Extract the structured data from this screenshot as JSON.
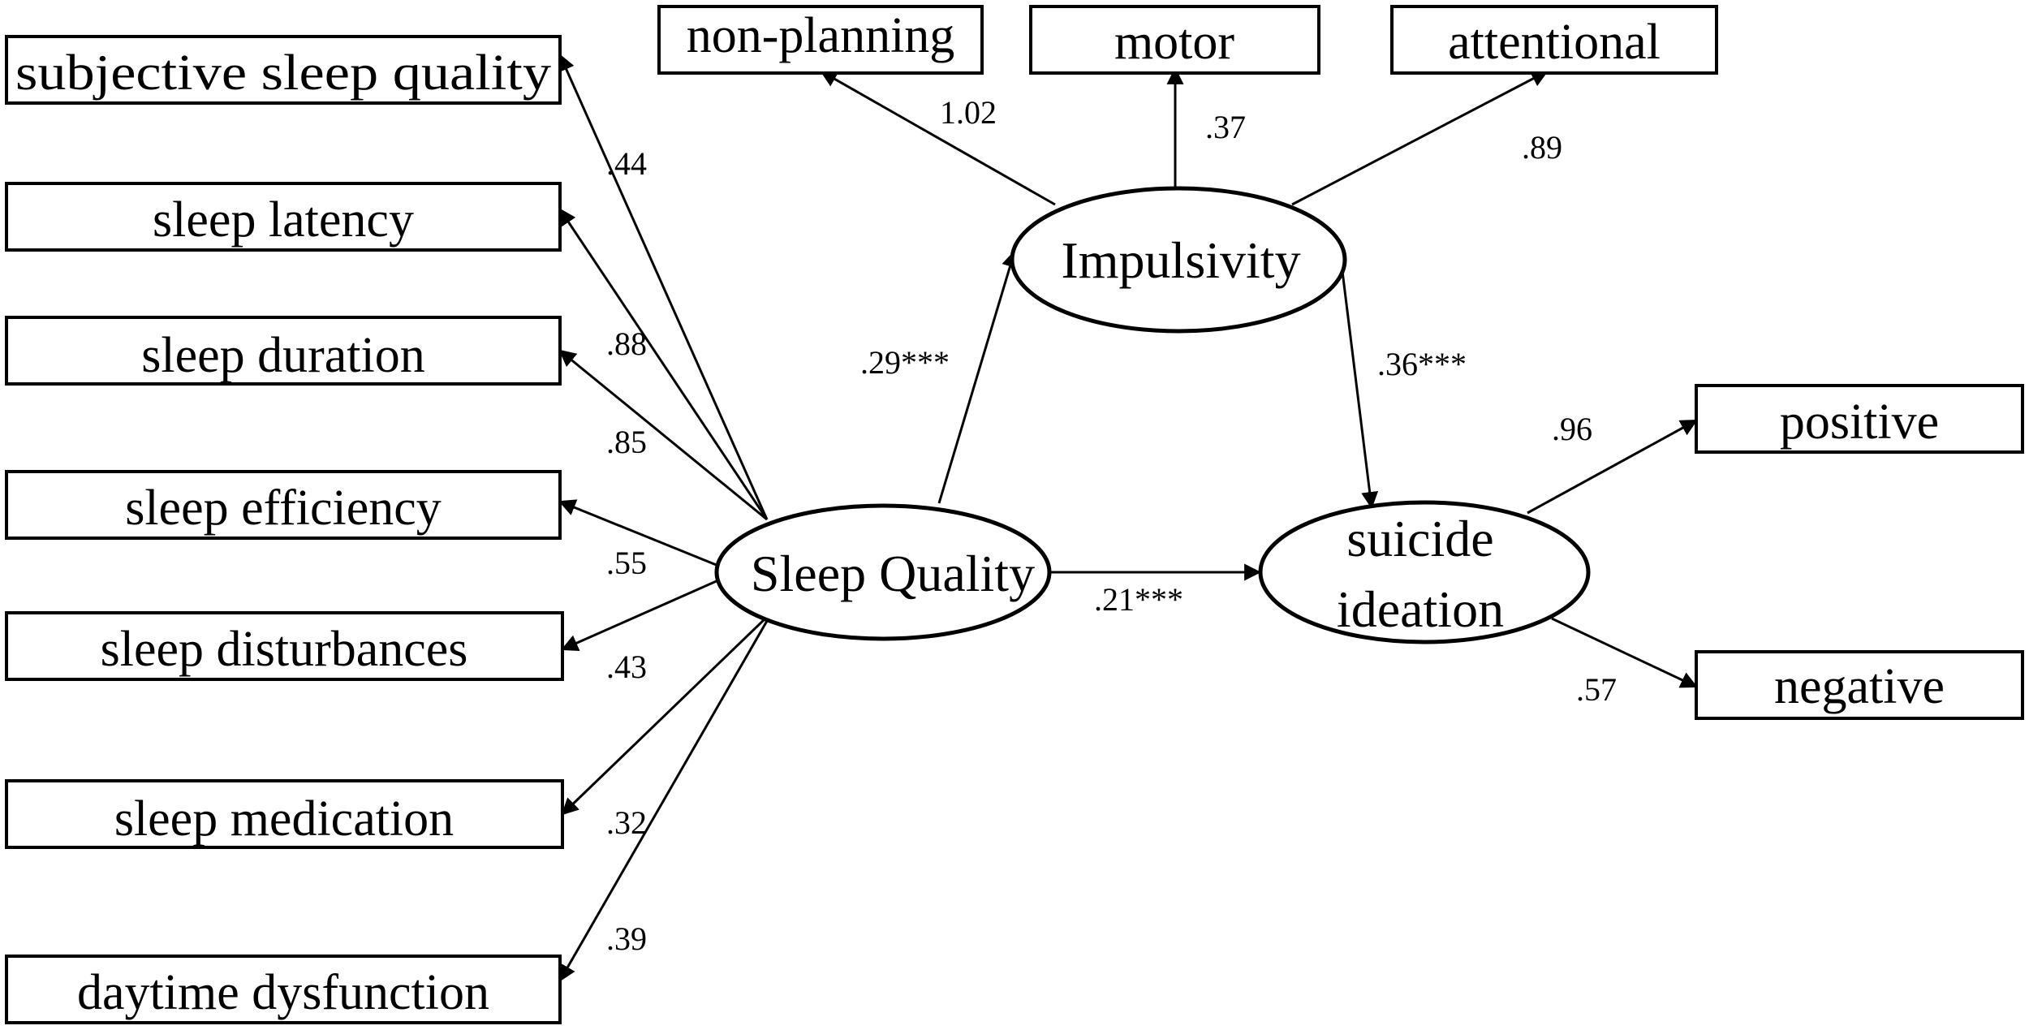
{
  "diagram": {
    "latents": {
      "sleep_quality": "Sleep Quality",
      "impulsivity": "Impulsivity",
      "suicide_ideation_line1": "suicide",
      "suicide_ideation_line2": "ideation"
    },
    "indicators": {
      "subjective_sleep_quality": "subjective sleep quality",
      "sleep_latency": "sleep latency",
      "sleep_duration": "sleep duration",
      "sleep_efficiency": "sleep efficiency",
      "sleep_disturbances": "sleep disturbances",
      "sleep_medication": "sleep medication",
      "daytime_dysfunction": "daytime dysfunction",
      "non_planning": "non-planning",
      "motor": "motor",
      "attentional": "attentional",
      "positive": "positive",
      "negative": "negative"
    },
    "loadings": {
      "subjective_sleep_quality": ".44",
      "sleep_latency": ".88",
      "sleep_duration": ".85",
      "sleep_efficiency": ".55",
      "sleep_disturbances": ".43",
      "sleep_medication": ".32",
      "daytime_dysfunction": ".39",
      "non_planning": "1.02",
      "motor": ".37",
      "attentional": ".89",
      "positive": ".96",
      "negative": ".57"
    },
    "paths": {
      "sleep_to_impulsivity": ".29***",
      "impulsivity_to_suicide": ".36***",
      "sleep_to_suicide": ".21***"
    }
  }
}
